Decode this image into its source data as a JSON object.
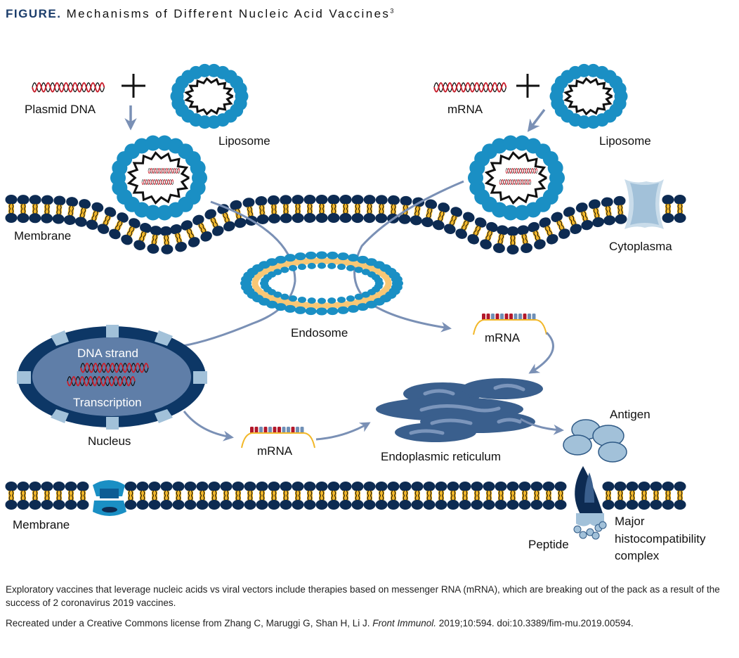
{
  "figure": {
    "label": "FIGURE.",
    "title": "Mechanisms of Different Nucleic Acid Vaccines",
    "superscript": "3"
  },
  "labels": {
    "plasmid_dna": "Plasmid DNA",
    "liposome_left": "Liposome",
    "mrna_top": "mRNA",
    "liposome_right": "Liposome",
    "membrane_top": "Membrane",
    "cytoplasma": "Cytoplasma",
    "endosome": "Endosome",
    "dna_strand": "DNA strand",
    "transcription": "Transcription",
    "nucleus": "Nucleus",
    "mrna_middle": "mRNA",
    "mrna_right": "mRNA",
    "endoplasmic_reticulum": "Endoplasmic reticulum",
    "antigen": "Antigen",
    "membrane_bottom": "Membrane",
    "peptide": "Peptide",
    "mhc_line1": "Major",
    "mhc_line2": "histocompatibility",
    "mhc_line3": "complex"
  },
  "icons": {
    "plus": "plus-icon",
    "arrow": "arrow-icon",
    "dna_helix": "dna-helix-icon",
    "liposome": "liposome-icon",
    "membrane": "lipid-bilayer-icon",
    "ion_channel": "channel-protein-icon",
    "endosome": "endosome-icon",
    "nucleus": "nucleus-icon",
    "mrna": "mrna-strand-icon",
    "er": "endoplasmic-reticulum-icon",
    "antigen": "antigen-icon",
    "mhc": "mhc-icon",
    "peptide": "peptide-icon"
  },
  "colors": {
    "title_blue": "#1b3d6b",
    "lipid_head": "#0d2b52",
    "lipid_tail": "#f2b728",
    "liposome_blue": "#1a8fc4",
    "arrow": "#7a90b5",
    "dna_red": "#c8202d",
    "nucleus_fill": "#5f7ea8",
    "nucleus_rim": "#0d3766",
    "er": "#3a5f8d",
    "antigen": "#a2c1d9"
  },
  "caption": {
    "text": "Exploratory vaccines that leverage nucleic acids vs viral vectors include therapies based on messenger RNA (mRNA), which are breaking out of the pack as a result of the success of 2 coronavirus 2019 vaccines.",
    "credit_prefix": "Recreated under a Creative Commons license from Zhang C, Maruggi G, Shan H, Li J. ",
    "credit_journal": "Front Immunol.",
    "credit_suffix": " 2019;10:594. doi:10.3389/fim-mu.2019.00594."
  }
}
